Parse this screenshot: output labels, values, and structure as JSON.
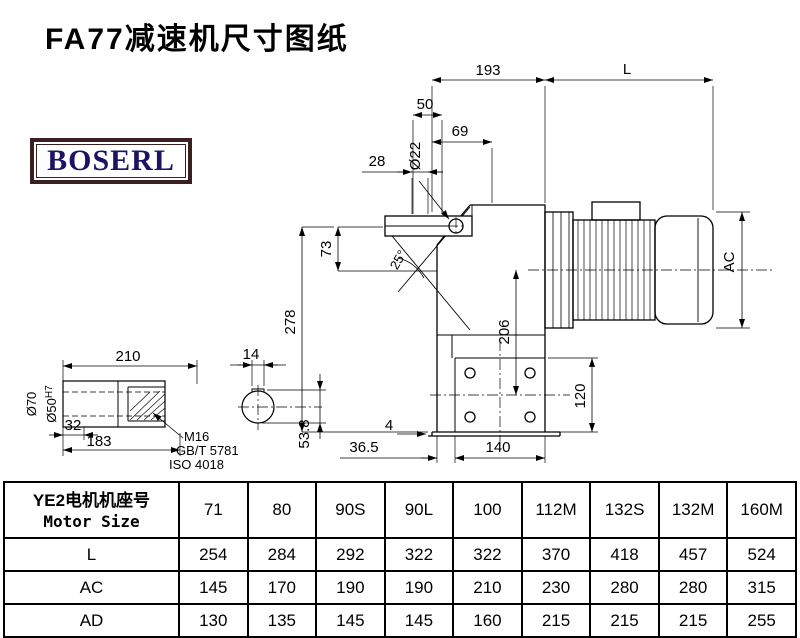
{
  "title": "FA77减速机尺寸图纸",
  "logo": {
    "text": "BOSERL",
    "text_color": "#1b1464",
    "border_color": "#3a2020"
  },
  "drawing": {
    "dims": {
      "w193": "193",
      "L": "L",
      "w50": "50",
      "w69": "69",
      "w28": "28",
      "dia22": "Ø22",
      "ang25": "25°",
      "h73": "73",
      "h278": "278",
      "h206": "206",
      "AC": "AC",
      "h120": "120",
      "w140": "140",
      "w36_5": "36.5",
      "w4": "4",
      "h53_8": "53.8",
      "w14": "14",
      "w210": "210",
      "w32": "32",
      "w183": "183",
      "dia70": "Ø70",
      "dia50": "Ø50",
      "dia50_tol": "H7",
      "thread": "M16",
      "std1": "GB/T 5781",
      "std2": "ISO 4018"
    }
  },
  "table": {
    "header": {
      "cn": "YE2电机机座号",
      "en": "Motor Size"
    },
    "sizes": [
      "71",
      "80",
      "90S",
      "90L",
      "100",
      "112M",
      "132S",
      "132M",
      "160M"
    ],
    "rows": [
      {
        "label": "L",
        "values": [
          "254",
          "284",
          "292",
          "322",
          "322",
          "370",
          "418",
          "457",
          "524"
        ]
      },
      {
        "label": "AC",
        "values": [
          "145",
          "170",
          "190",
          "190",
          "210",
          "230",
          "280",
          "280",
          "315"
        ]
      },
      {
        "label": "AD",
        "values": [
          "130",
          "135",
          "145",
          "145",
          "160",
          "215",
          "215",
          "215",
          "255"
        ]
      }
    ]
  }
}
